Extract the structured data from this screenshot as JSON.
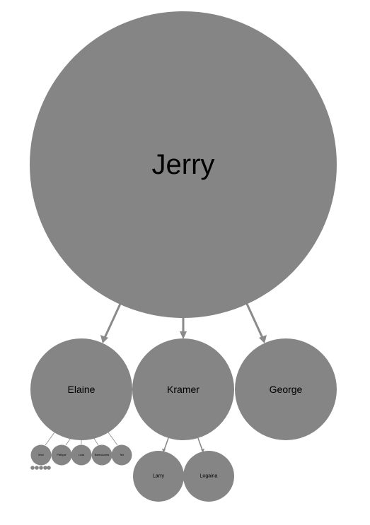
{
  "colors": {
    "node_fill": "#858585",
    "edge": "#8a8a8a",
    "label": "#000000",
    "background": "#ffffff"
  },
  "root": {
    "label": "Jerry"
  },
  "level1": [
    {
      "label": "Elaine"
    },
    {
      "label": "Kramer"
    },
    {
      "label": "George"
    }
  ],
  "elaine_children": [
    {
      "label": "Mimi"
    },
    {
      "label": "Phillippe"
    },
    {
      "label": "Louis"
    },
    {
      "label": "Bartholomew"
    },
    {
      "label": "Ted"
    }
  ],
  "kramer_children": [
    {
      "label": "Larry"
    },
    {
      "label": "Logaina"
    }
  ],
  "unlabeled_dots_count": 5
}
